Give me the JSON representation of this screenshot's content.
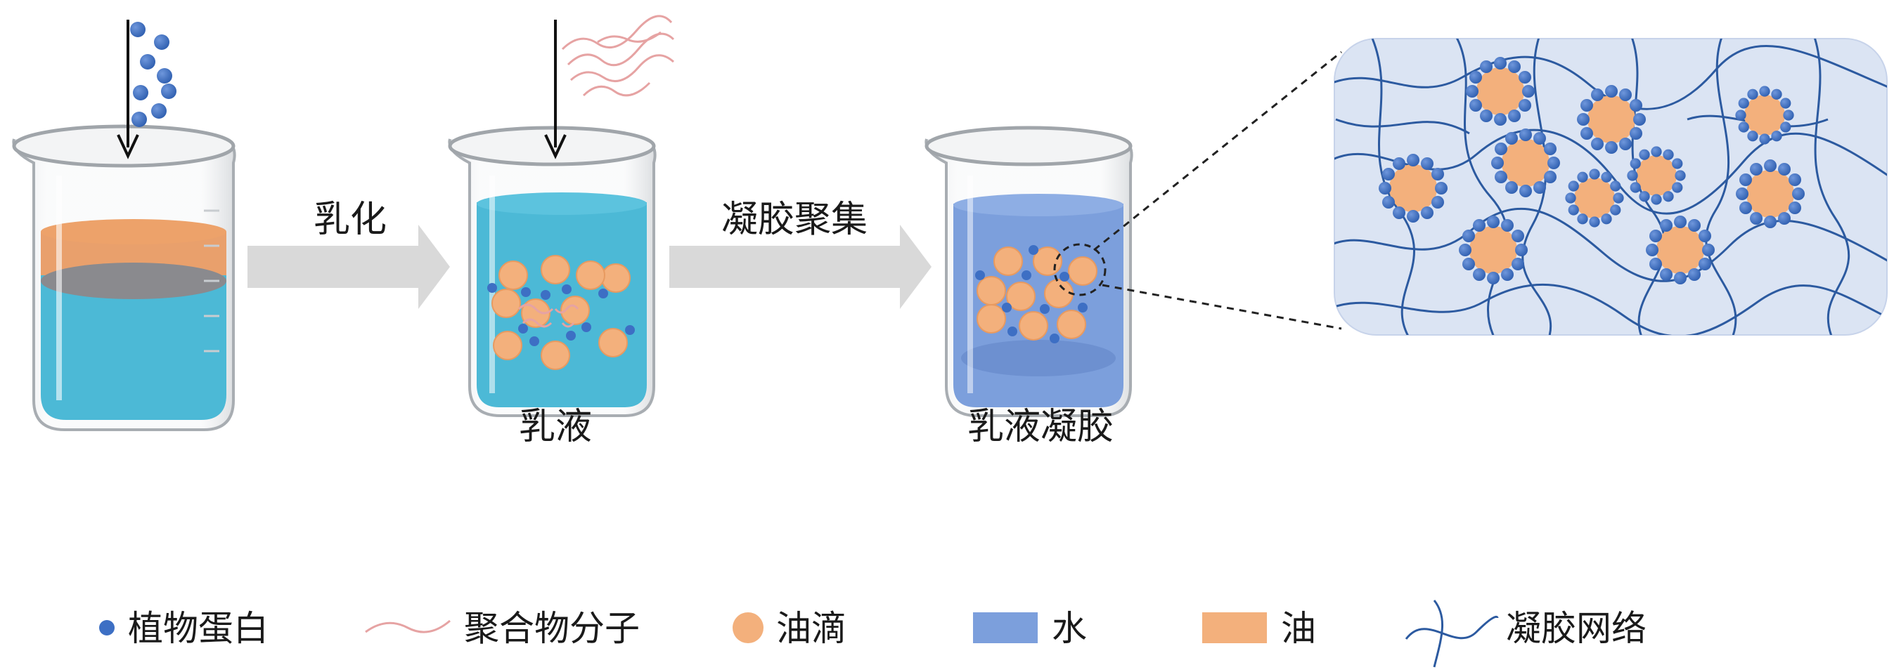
{
  "labels": {
    "step1": "乳化",
    "step2": "凝胶聚集",
    "emulsion": "乳液",
    "emulsion_gel": "乳液凝胶"
  },
  "legend": {
    "protein": "植物蛋白",
    "polymer": "聚合物分子",
    "oil_drop": "油滴",
    "water": "水",
    "oil": "油",
    "gel_network": "凝胶网络"
  },
  "colors": {
    "protein": "#3d6fc4",
    "oil_drop": "#f3b07c",
    "oil_layer": "#e9a06c",
    "water": "#4cb9d6",
    "water_gel": "#7c9fdc",
    "polymer": "#e6a3a3",
    "network": "#2c5aa0",
    "panel_bg": "#dbe4f3",
    "arrow": "#d9d9d9"
  },
  "icons": {
    "protein": "blue-dot-icon",
    "polymer": "pink-wave-icon",
    "oil_drop": "orange-circle-icon",
    "water": "blue-square-icon",
    "oil": "orange-square-icon",
    "gel_network": "network-line-icon"
  }
}
